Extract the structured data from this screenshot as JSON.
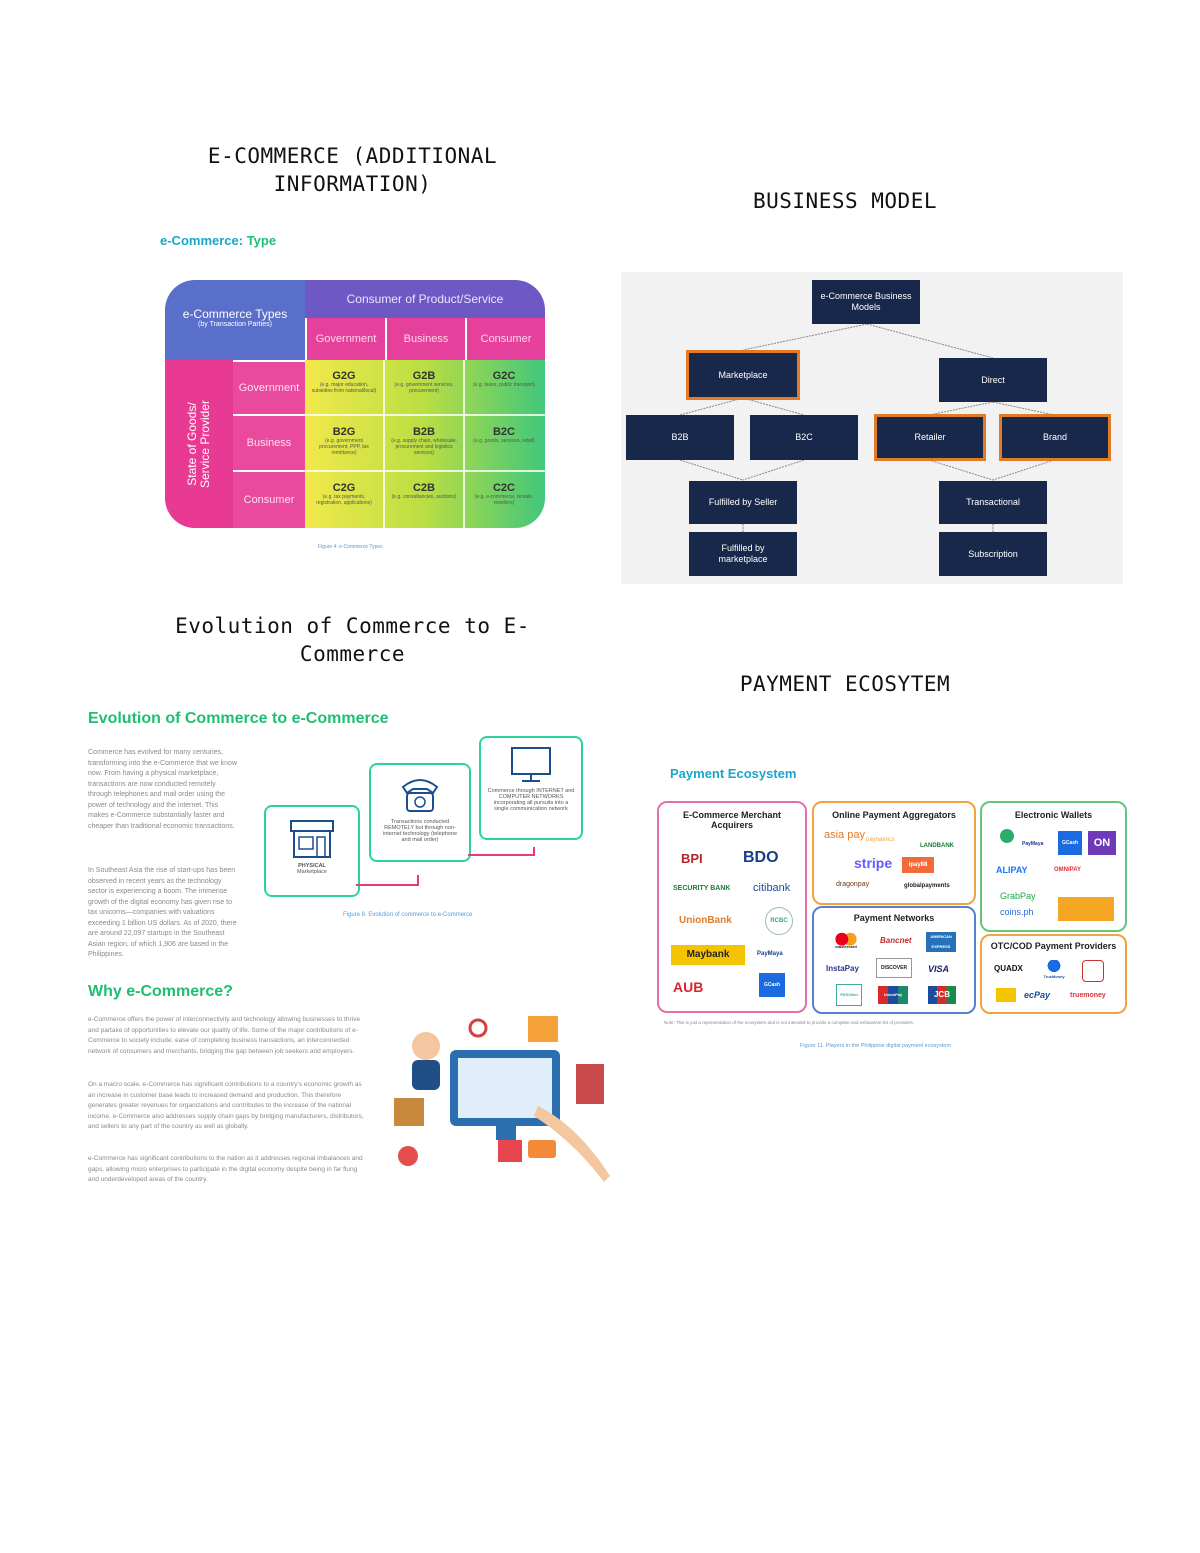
{
  "titles": {
    "ecommerce": "E-COMMERCE (ADDITIONAL INFORMATION)",
    "business_model": "BUSINESS MODEL",
    "evolution": "Evolution of Commerce to E-Commerce",
    "payment": "PAYMENT ECOSYTEM"
  },
  "type_section": {
    "heading_prefix": "e-Commerce: ",
    "heading_suffix": "Type",
    "topleft_title": "e-Commerce Types",
    "topleft_sub": "(by Transaction Parties)",
    "consumer_head": "Consumer of Product/Service",
    "cols": [
      "Government",
      "Business",
      "Consumer"
    ],
    "state_label": "State of Goods/ Service Provider",
    "rows": [
      "Government",
      "Business",
      "Consumer"
    ],
    "cells": [
      {
        "code": "G2G",
        "desc": "(e.g. major education, subsidies from national/local)"
      },
      {
        "code": "G2B",
        "desc": "(e.g. government services, procurement)"
      },
      {
        "code": "G2C",
        "desc": "(e.g. taxes, public transport)"
      },
      {
        "code": "B2G",
        "desc": "(e.g. government procurement, PPP, tax remittance)"
      },
      {
        "code": "B2B",
        "desc": "(e.g. supply chain, wholesale, procurement and logistics services)"
      },
      {
        "code": "B2C",
        "desc": "(e.g. goods, services, retail)"
      },
      {
        "code": "C2G",
        "desc": "(e.g. tax payments, registration, applications)"
      },
      {
        "code": "C2B",
        "desc": "(e.g. consultancies, auctions)"
      },
      {
        "code": "C2C",
        "desc": "(e.g. e-commerce, rentals, resellers)"
      }
    ],
    "caption": "Figure 4. e-Commerce Types"
  },
  "business_model": {
    "root": "e-Commerce Business Models",
    "marketplace": "Marketplace",
    "direct": "Direct",
    "b2b": "B2B",
    "b2c": "B2C",
    "retailer": "Retailer",
    "brand": "Brand",
    "fulfilled_seller": "Fulfilled by Seller",
    "fulfilled_marketplace": "Fulfilled by marketplace",
    "transactional": "Transactional",
    "subscription": "Subscription"
  },
  "evolution": {
    "heading": "Evolution of Commerce to e-Commerce",
    "para1": "Commerce has evolved for many centuries, transforming into the e-Commerce that we know now. From having a physical marketplace, transactions are now conducted remotely through telephones and mail order using the power of technology and the internet. This makes e-Commerce substantially faster and cheaper than traditional economic transactions.",
    "para2": "In Southeast Asia the rise of start-ups has been observed in recent years as the technology sector is experiencing a boom. The immense growth of the digital economy has given rise to tax unicorns—companies with valuations exceeding 1 billion US dollars. As of 2020, there are around 22,097 startups in the Southeast Asian region, of which 1,906 are based in the Philippines.",
    "box1_title": "PHYSICAL",
    "box1_sub": "Marketplace",
    "box2": "Transactions conducted REMOTELY but through non-internet technology (telephone and mail order)",
    "box3": "Commerce through INTERNET and COMPUTER NETWORKS incorporating all pursuits into a single communication network",
    "caption": "Figure 8. Evolution of commerce to e-Commerce",
    "why_heading": "Why e-Commerce?",
    "why1": "e-Commerce offers the power of interconnectivity and technology allowing businesses to thrive and partake of opportunities to elevate our quality of life. Some of the major contributions of e-Commerce to society include: ease of completing business transactions, an interconnected network of consumers and merchants, bridging the gap between job seekers and employers.",
    "why2": "On a macro scale, e-Commerce has significant contributions to a country's economic growth as an increase in customer base leads to increased demand and production. This therefore generates greater revenues for organizations and contributes to the increase of the national income. e-Commerce also addresses supply chain gaps by bridging manufacturers, distributors, and sellers to any part of the country as well as globally.",
    "why3": "e-Commerce has significant contributions to the nation as it addresses regional imbalances and gaps, allowing micro enterprises to participate in the digital economy despite being in far flung and underdeveloped areas of the country."
  },
  "payment": {
    "heading": "Payment Ecosystem",
    "acquirers_title": "E-Commerce Merchant Acquirers",
    "acquirers": [
      "BPI",
      "BDO",
      "SECURITY BANK",
      "citibank",
      "UnionBank",
      "RCBC",
      "Maybank",
      "PayMaya",
      "AUB",
      "GCash"
    ],
    "aggregators_title": "Online Payment Aggregators",
    "aggregators": [
      "asia pay",
      "paynamics",
      "LANDBANK",
      "stripe",
      "ipay88",
      "dragonpay",
      "globalpayments"
    ],
    "wallets_title": "Electronic Wallets",
    "wallets": [
      "PayMaya",
      "GCash",
      "ON",
      "ALIPAY",
      "OMNIPAY",
      "GrabPay",
      "coins.ph"
    ],
    "networks_title": "Payment Networks",
    "networks": [
      "mastercard",
      "Bancnet",
      "AMERICAN EXPRESS",
      "InstaPay",
      "DISCOVER",
      "VISA",
      "PESONet",
      "UnionPay",
      "JCB"
    ],
    "otc_title": "OTC/COD Payment Providers",
    "otc": [
      "QUADX",
      "TrueMoney",
      "ecPay",
      "truemoney"
    ],
    "note": "Note: This is just a representation of the ecosystem and is not intended to provide a complete and exhaustive list of providers.",
    "caption": "Figure 11. Players in the Philippine digital payment ecosystem"
  },
  "colors": {
    "teal": "#19a6c9",
    "green": "#1fbf73",
    "navy": "#18284a",
    "orange": "#e07b2a"
  }
}
